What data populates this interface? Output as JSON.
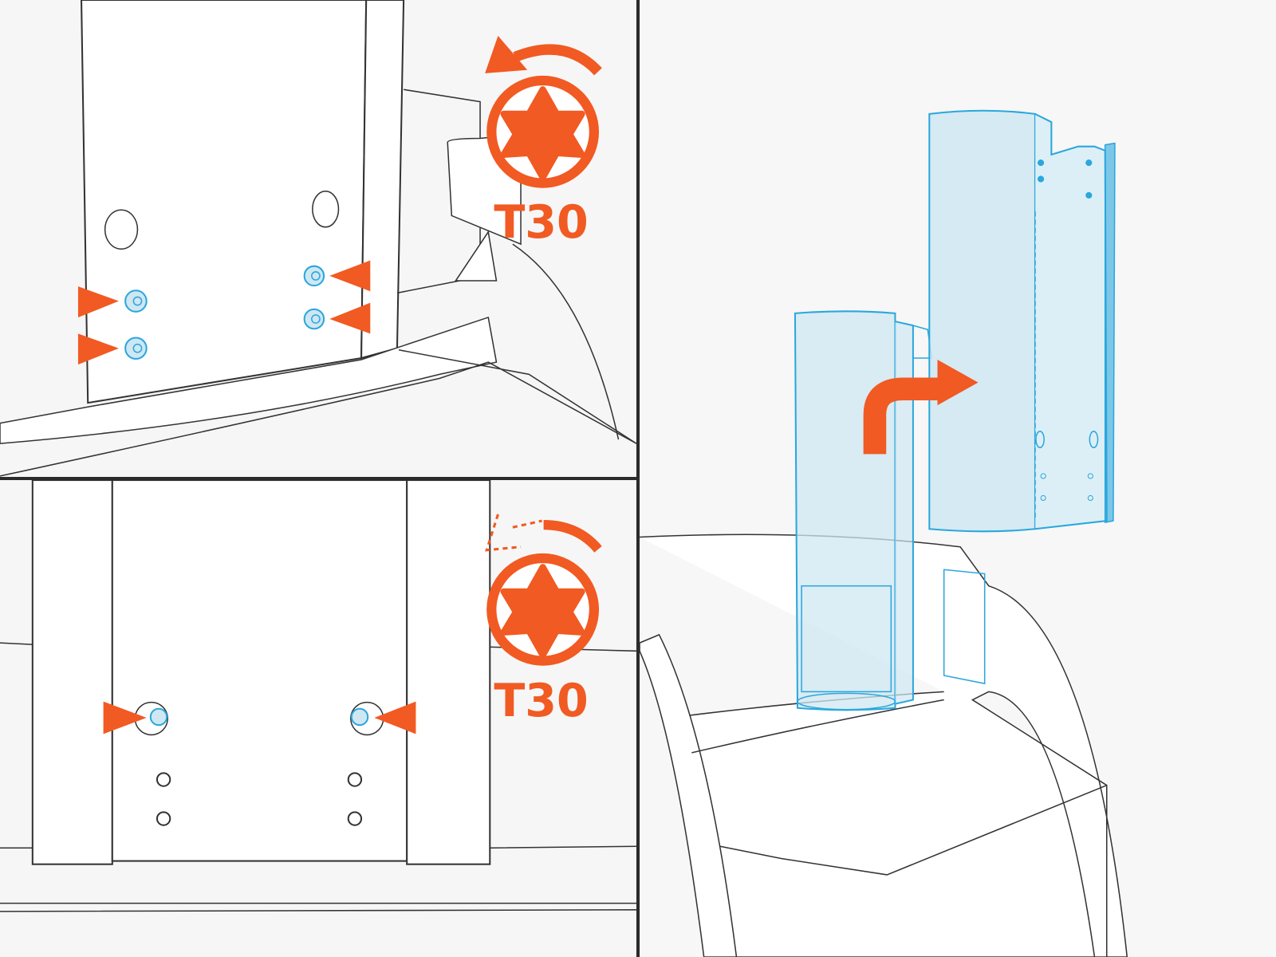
{
  "colors": {
    "accent": "#f15a22",
    "part_fill": "#cfe7f2",
    "part_stroke": "#2aa7dd",
    "line": "#333333",
    "background": "#f7f7f7",
    "divider": "#2b2b2b"
  },
  "panels": [
    {
      "name": "remove-screws-step",
      "tool_label": "T30",
      "tool_icon": "torx-bit-icon",
      "rotation": "counterclockwise-loosen"
    },
    {
      "name": "loosen-screws-step",
      "tool_label": "T30",
      "tool_icon": "torx-bit-icon",
      "rotation": "partial-loosen"
    },
    {
      "name": "lift-off-bracket-step",
      "motion_icon": "curved-arrow-up-right-icon"
    }
  ]
}
